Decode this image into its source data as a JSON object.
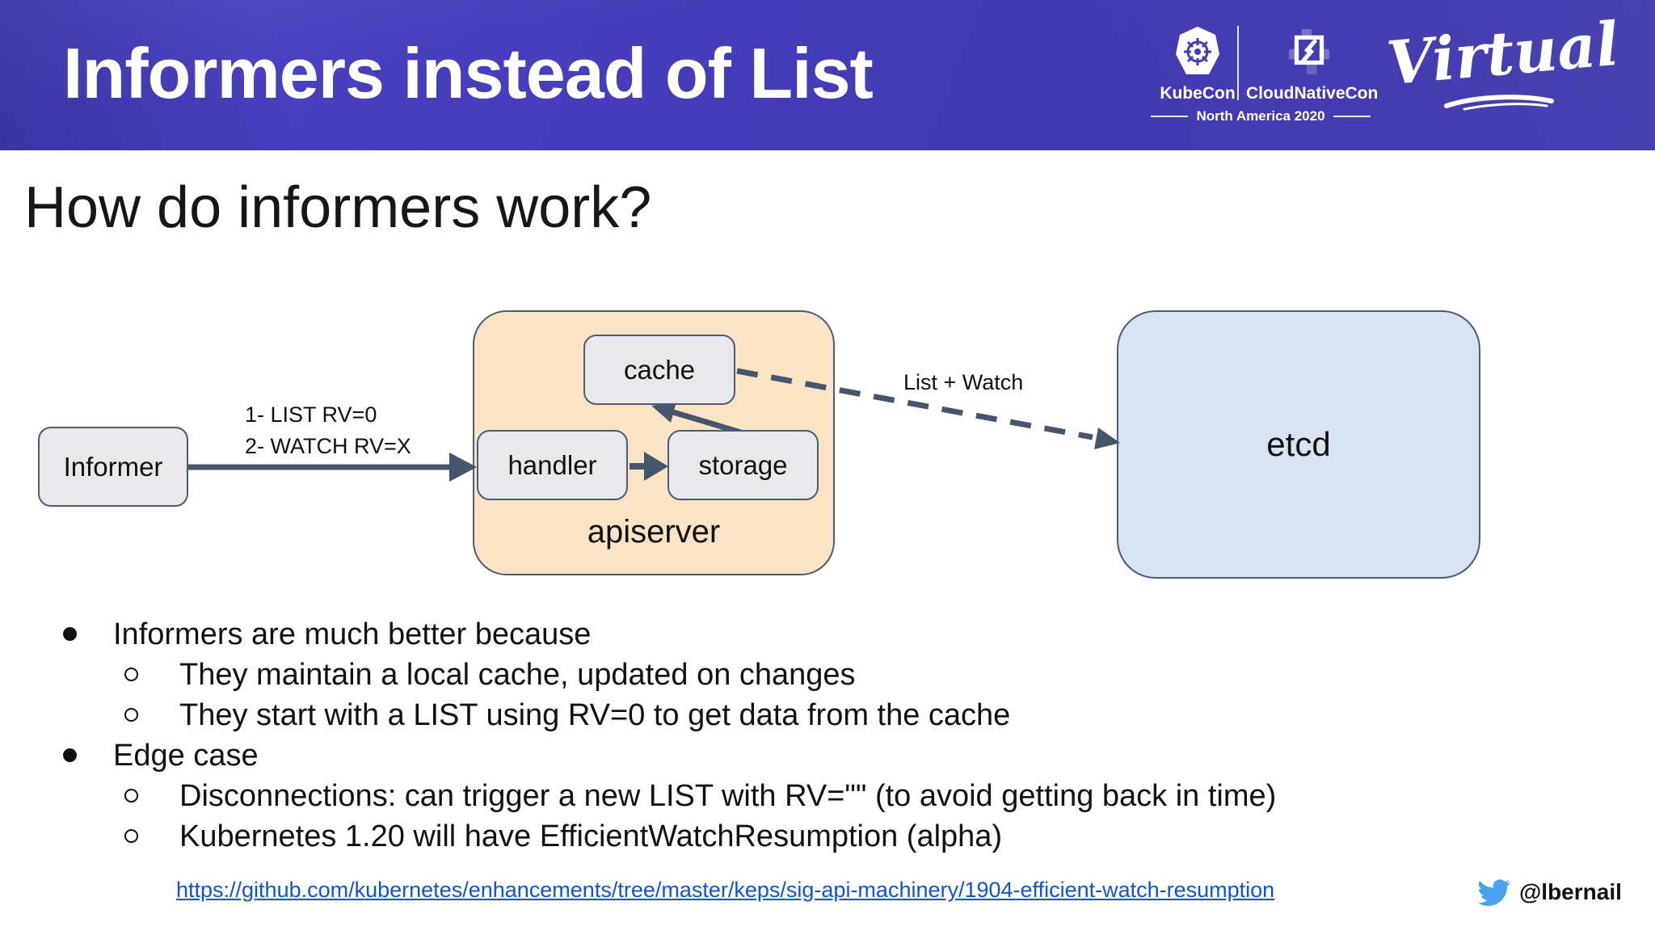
{
  "header": {
    "title": "Informers instead of List",
    "logos": {
      "kubecon_label": "KubeCon",
      "cloudnativecon_label": "CloudNativeCon",
      "event_location": "North America 2020",
      "virtual_label": "Virtual"
    }
  },
  "slide": {
    "heading": "How do informers work?"
  },
  "diagram": {
    "informer_label": "Informer",
    "cache_label": "cache",
    "handler_label": "handler",
    "storage_label": "storage",
    "apiserver_label": "apiserver",
    "etcd_label": "etcd",
    "steps": [
      "1- LIST RV=0",
      "2- WATCH RV=X"
    ],
    "list_watch_label": "List + Watch",
    "colors": {
      "banner_purple": "#443cba",
      "apiserver_fill": "#fbe3c6",
      "etcd_fill": "#d8e4f1",
      "node_fill": "#e9e9ec",
      "node_border": "#4e5c73",
      "arrow": "#45556c"
    }
  },
  "bullets": [
    {
      "level": 1,
      "text": "Informers are much better because"
    },
    {
      "level": 2,
      "text": "They maintain a local cache, updated on changes"
    },
    {
      "level": 2,
      "text": "They start with a LIST using RV=0 to get data from the cache"
    },
    {
      "level": 1,
      "text": "Edge case"
    },
    {
      "level": 2,
      "text": "Disconnections: can trigger a new LIST with RV=\"\" (to avoid getting back in time)"
    },
    {
      "level": 2,
      "text": "Kubernetes 1.20 will have EfficientWatchResumption (alpha)"
    }
  ],
  "footer": {
    "link_text": "https://github.com/kubernetes/enhancements/tree/master/keps/sig-api-machinery/1904-efficient-watch-resumption",
    "twitter_handle": "@lbernail",
    "link_color": "#1155cc",
    "twitter_blue": "#4aa0ec"
  }
}
